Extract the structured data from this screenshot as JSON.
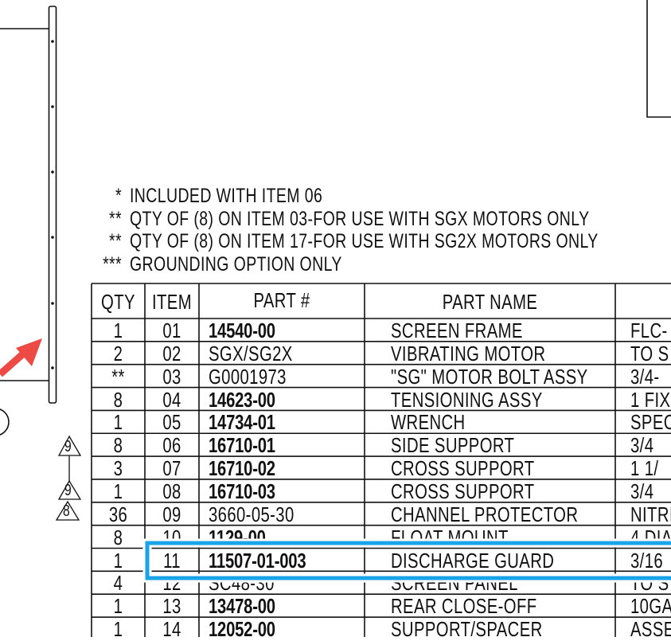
{
  "notes": [
    {
      "mark": "*",
      "text": "INCLUDED WITH ITEM 06"
    },
    {
      "mark": "**",
      "text": "QTY OF (8) ON ITEM 03-FOR USE WITH SGX MOTORS ONLY"
    },
    {
      "mark": "**",
      "text": "QTY OF (8) ON ITEM 17-FOR USE WITH SG2X MOTORS ONLY"
    },
    {
      "mark": "***",
      "text": "GROUNDING OPTION ONLY"
    }
  ],
  "table": {
    "headers": {
      "qty": "QTY",
      "item": "ITEM",
      "part": "PART #",
      "name": "PART NAME",
      "desc": ""
    },
    "rows": [
      {
        "qty": "1",
        "item": "01",
        "part": "14540-00",
        "part_bold": true,
        "name": "SCREEN FRAME",
        "desc": "FLC-"
      },
      {
        "qty": "2",
        "item": "02",
        "part": "SGX/SG2X",
        "part_bold": false,
        "name": "VIBRATING MOTOR",
        "desc": "TO S"
      },
      {
        "qty": "**",
        "item": "03",
        "part": "G0001973",
        "part_bold": false,
        "name": "\"SG\" MOTOR BOLT ASSY",
        "desc": "3/4-"
      },
      {
        "qty": "8",
        "item": "04",
        "part": "14623-00",
        "part_bold": true,
        "name": "TENSIONING ASSY",
        "desc": "1 FIX"
      },
      {
        "qty": "1",
        "item": "05",
        "part": "14734-01",
        "part_bold": true,
        "name": "WRENCH",
        "desc": "SPEC"
      },
      {
        "qty": "8",
        "item": "06",
        "part": "16710-01",
        "part_bold": true,
        "name": "SIDE SUPPORT",
        "desc": "3/4"
      },
      {
        "qty": "3",
        "item": "07",
        "part": "16710-02",
        "part_bold": true,
        "name": "CROSS SUPPORT",
        "desc": "1 1/"
      },
      {
        "qty": "1",
        "item": "08",
        "part": "16710-03",
        "part_bold": true,
        "name": "CROSS SUPPORT",
        "desc": "3/4"
      },
      {
        "qty": "36",
        "item": "09",
        "part": "3660-05-30",
        "part_bold": false,
        "name": "CHANNEL PROTECTOR",
        "desc": "NITRI"
      },
      {
        "qty": "8",
        "item": "10",
        "part": "1129-00",
        "part_bold": true,
        "name": "FLOAT MOUNT",
        "desc": "4 DIA"
      },
      {
        "qty": "1",
        "item": "11",
        "part": "11507-01-003",
        "part_bold": true,
        "name": "DISCHARGE GUARD",
        "desc": "3/16"
      },
      {
        "qty": "4",
        "item": "12",
        "part": "SC48-30",
        "part_bold": false,
        "name": "SCREEN PANEL",
        "desc": "TO S"
      },
      {
        "qty": "1",
        "item": "13",
        "part": "13478-00",
        "part_bold": true,
        "name": "REAR CLOSE-OFF",
        "desc": "10GA"
      },
      {
        "qty": "1",
        "item": "14",
        "part": "12052-00",
        "part_bold": true,
        "name": "SUPPORT/SPACER",
        "desc": "ASSE"
      }
    ]
  },
  "revision_markers": [
    "9",
    "9",
    "8"
  ],
  "highlight": {
    "item": "11",
    "color": "#1aa3e8"
  },
  "arrow": {
    "color": "#ee4a45"
  }
}
